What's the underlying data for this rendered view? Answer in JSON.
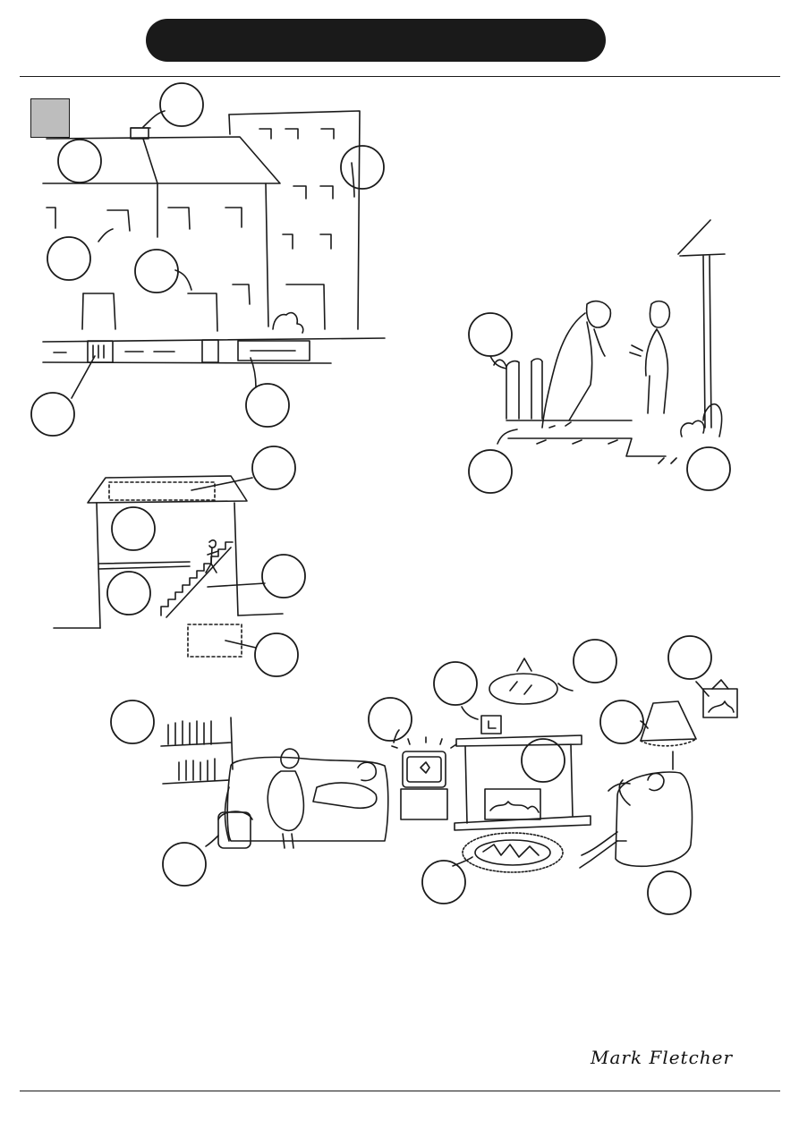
{
  "header": {
    "title_bar_color": "#1a1a1a"
  },
  "signature": {
    "text": "Mark Fletcher"
  },
  "colors": {
    "ink": "#1a1a1a",
    "grey_box": "#bdbdbd"
  },
  "sections": [
    {
      "scene": "street-with-houses-and-apartment-block",
      "label_circles": 7
    },
    {
      "scene": "two-people-talking-by-garden-fence",
      "label_circles": 3
    },
    {
      "scene": "house-cross-section-with-stairs",
      "label_circles": 5
    },
    {
      "scene": "living-room",
      "label_circles": 10
    }
  ]
}
